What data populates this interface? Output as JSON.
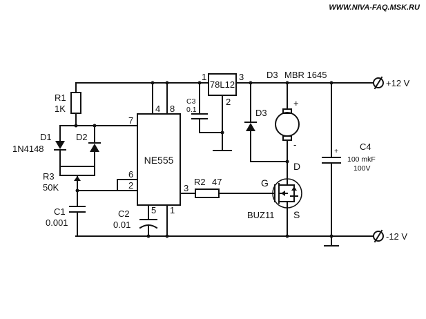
{
  "watermark": "WWW.NIVA-FAQ.MSK.RU",
  "terminals": {
    "positive": "+12 V",
    "negative": "-12 V"
  },
  "components": {
    "r1": {
      "ref": "R1",
      "value": "1K"
    },
    "r2": {
      "ref": "R2",
      "value": "47"
    },
    "r3": {
      "ref": "R3",
      "value": "50K"
    },
    "d1": {
      "ref": "D1",
      "value": "1N4148"
    },
    "d2": {
      "ref": "D2"
    },
    "d3_top": {
      "ref": "D3",
      "value": "MBR 1645"
    },
    "d3_side": {
      "ref": "D3"
    },
    "c1": {
      "ref": "C1",
      "value": "0.001"
    },
    "c2": {
      "ref": "C2",
      "value": "0.01"
    },
    "c3": {
      "ref": "C3",
      "value": "0.1"
    },
    "c4": {
      "ref": "C4",
      "value": "100 mkF",
      "voltage": "100V",
      "polarity": "+"
    },
    "reg": {
      "ref": "78L12",
      "pins": [
        "1",
        "2",
        "3"
      ]
    },
    "ic": {
      "ref": "NE555",
      "pins": [
        "4",
        "8",
        "7",
        "6",
        "2",
        "3",
        "5",
        "1"
      ]
    },
    "mosfet": {
      "ref": "BUZ11",
      "gate": "G",
      "drain": "D",
      "source": "S"
    },
    "motor": {
      "plus": "+",
      "minus": "-"
    }
  }
}
